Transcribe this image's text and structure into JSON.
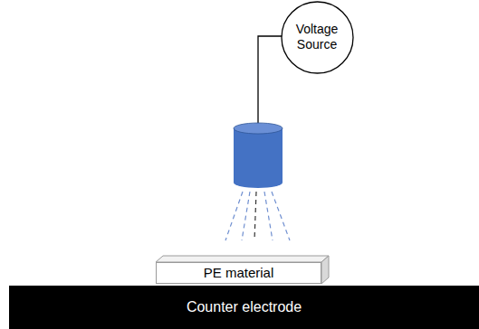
{
  "diagram": {
    "nodes": [
      {
        "text": [
          "Voltage Source"
        ]
      },
      {
        "text": [
          "PE material"
        ]
      },
      {
        "text": [
          "Counter electrode"
        ]
      }
    ]
  }
}
